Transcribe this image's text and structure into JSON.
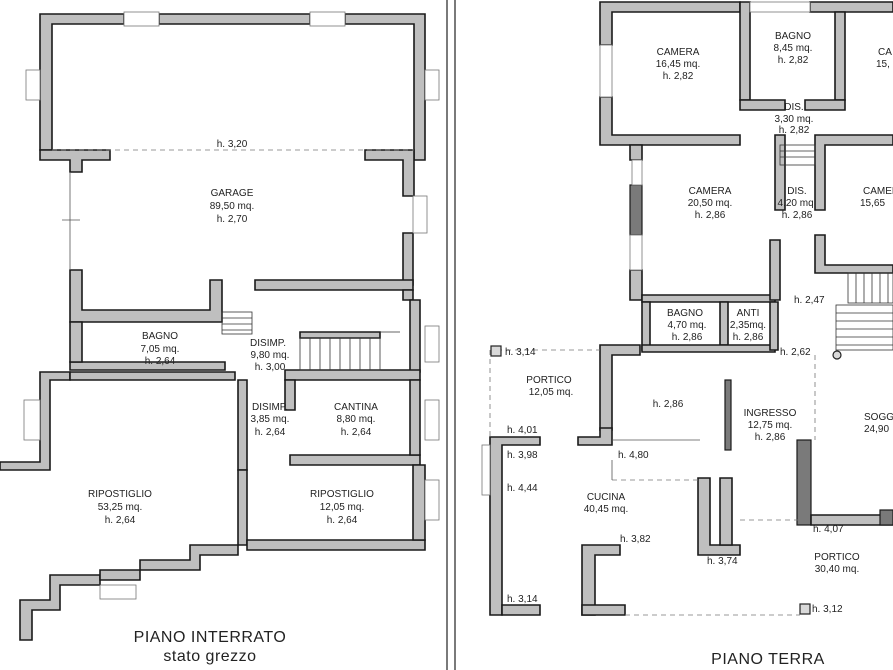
{
  "left_plan": {
    "title": "PIANO  INTERRATO",
    "subtitle": "stato grezzo",
    "height_note": "h. 3,20",
    "rooms": {
      "garage": [
        "GARAGE",
        "89,50 mq.",
        "h. 2,70"
      ],
      "bagno": [
        "BAGNO",
        "7,05 mq.",
        "h. 2,64"
      ],
      "disimp_upper": [
        "DISIMP.",
        "9,80 mq.",
        "h. 3,00"
      ],
      "disimp_lower": [
        "DISIMP.",
        "3,85 mq.",
        "h. 2,64"
      ],
      "cantina": [
        "CANTINA",
        "8,80 mq.",
        "h. 2,64"
      ],
      "ripostiglio_large": [
        "RIPOSTIGLIO",
        "53,25 mq.",
        "h. 2,64"
      ],
      "ripostiglio_small": [
        "RIPOSTIGLIO",
        "12,05 mq.",
        "h. 2,64"
      ]
    }
  },
  "right_plan": {
    "title": "PIANO  TERRA",
    "rooms": {
      "camera_top_left": [
        "CAMERA",
        "16,45 mq.",
        "h. 2,82"
      ],
      "bagno_top": [
        "BAGNO",
        "8,45 mq.",
        "h. 2,82"
      ],
      "camera_top_right": [
        "CA",
        "15,"
      ],
      "dis_top": [
        "DIS.",
        "3,30 mq.",
        "h. 2,82"
      ],
      "camera_mid_left": [
        "CAMERA",
        "20,50 mq.",
        "h. 2,86"
      ],
      "dis_mid": [
        "DIS.",
        "4,20 mq.",
        "h. 2,86"
      ],
      "camera_mid_right": [
        "CAMER",
        "15,65"
      ],
      "bagno_small": [
        "BAGNO",
        "4,70 mq.",
        "h. 2,86"
      ],
      "anti": [
        "ANTI",
        "2,35mq.",
        "h. 2,86"
      ],
      "portico_left": [
        "PORTICO",
        "12,05 mq."
      ],
      "hall_area": [
        "h. 2,86"
      ],
      "ingresso": [
        "INGRESSO",
        "12,75 mq.",
        "h. 2,86"
      ],
      "soggiorno": [
        "SOGG",
        "24,90"
      ],
      "cucina": [
        "CUCINA",
        "40,45 mq."
      ],
      "portico_bottom": [
        "PORTICO",
        "30,40 mq."
      ]
    },
    "heights": {
      "h247": "h. 2,47",
      "h262": "h. 2,62",
      "h314a": "h. 3,14",
      "h401": "h. 4,01",
      "h398": "h. 3,98",
      "h480": "h. 4,80",
      "h444": "h. 4,44",
      "h382": "h. 3,82",
      "h374": "h. 3,74",
      "h407": "h. 4,07",
      "h314b": "h. 3,14",
      "h312": "h. 3,12"
    }
  }
}
